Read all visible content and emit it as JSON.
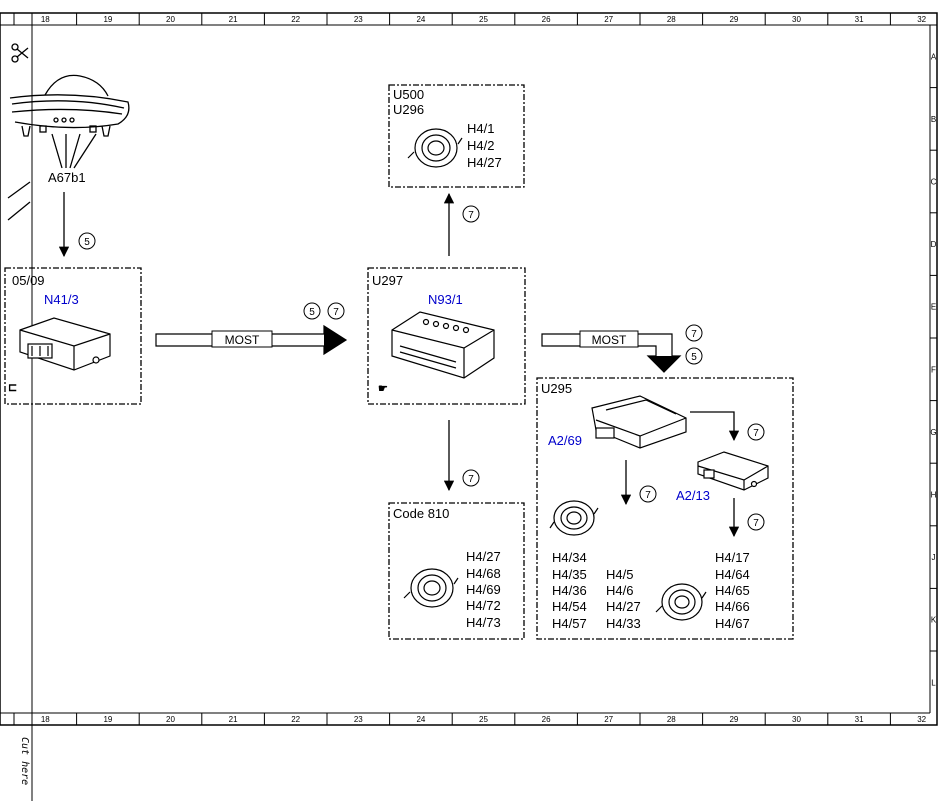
{
  "grid": {
    "columns": [
      "18",
      "19",
      "20",
      "21",
      "22",
      "23",
      "24",
      "25",
      "26",
      "27",
      "28",
      "29",
      "30",
      "31",
      "32"
    ],
    "rows": [
      "A",
      "B",
      "C",
      "D",
      "E",
      "F",
      "G",
      "H",
      "J",
      "K",
      "L"
    ]
  },
  "cut_here": "Cut here",
  "components": {
    "mirror": {
      "label": "A67b1"
    },
    "n41": {
      "header": "05/09",
      "module": "N41/3"
    },
    "u297": {
      "header": "U297",
      "module": "N93/1"
    },
    "u500": {
      "header_1": "U500",
      "header_2": "U296",
      "speakers": [
        "H4/1",
        "H4/2",
        "H4/27"
      ]
    },
    "code810": {
      "header": "Code 810",
      "speakers": [
        "H4/27",
        "H4/68",
        "H4/69",
        "H4/72",
        "H4/73"
      ]
    },
    "u295": {
      "header": "U295",
      "amp_label": "A2/69",
      "module_label": "A2/13",
      "speakers_col1": [
        "H4/34",
        "H4/35",
        "H4/36",
        "H4/54",
        "H4/57"
      ],
      "speakers_col2": [
        "H4/5",
        "H4/6",
        "H4/27",
        "H4/33"
      ],
      "speakers_col3": [
        "H4/17",
        "H4/64",
        "H4/65",
        "H4/66",
        "H4/67"
      ]
    }
  },
  "links": {
    "most_1": "MOST",
    "most_2": "MOST"
  },
  "footnotes": {
    "mirror_down": "5",
    "most1_a": "5",
    "most1_b": "7",
    "up_u500": "7",
    "down_code810": "7",
    "most2_a": "7",
    "most2_b": "5",
    "amp_right": "7",
    "amp_down": "7",
    "mod_down": "7"
  },
  "colors": {
    "line": "#000000",
    "label_blue": "#0000cc",
    "frame": "#000000"
  }
}
